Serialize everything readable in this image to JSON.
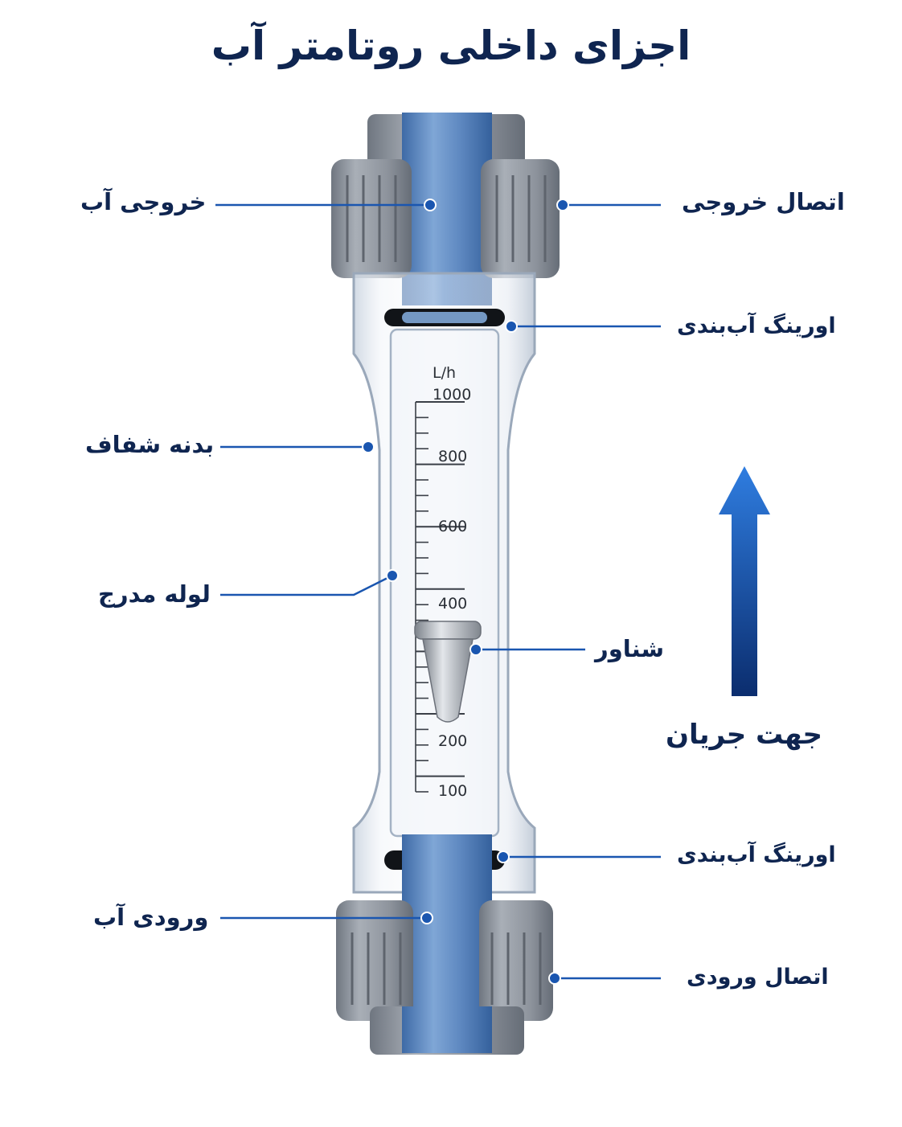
{
  "title": "اجزای داخلی روتامتر آب",
  "labels": {
    "water_outlet": "خروجی آب",
    "outlet_connection": "اتصال خروجی",
    "top_oring": "اورینگ آب‌بندی",
    "transparent_body": "بدنه شفاف",
    "graduated_tube": "لوله مدرج",
    "float": "شناور",
    "flow_direction": "جهت جریان",
    "bottom_oring": "اورینگ آب‌بندی",
    "water_inlet": "ورودی آب",
    "inlet_connection": "اتصال ورودی"
  },
  "scale": {
    "unit": "L/h",
    "major_labels": [
      "1000",
      "800",
      "600",
      "400",
      "200",
      "100"
    ]
  },
  "colors": {
    "title": "#0f2550",
    "leader": "#1a56b0",
    "water": "#5b86bb",
    "fitting": "#8d939c",
    "arrow_top": "#2f7de0",
    "arrow_bottom": "#0b2d6e"
  }
}
